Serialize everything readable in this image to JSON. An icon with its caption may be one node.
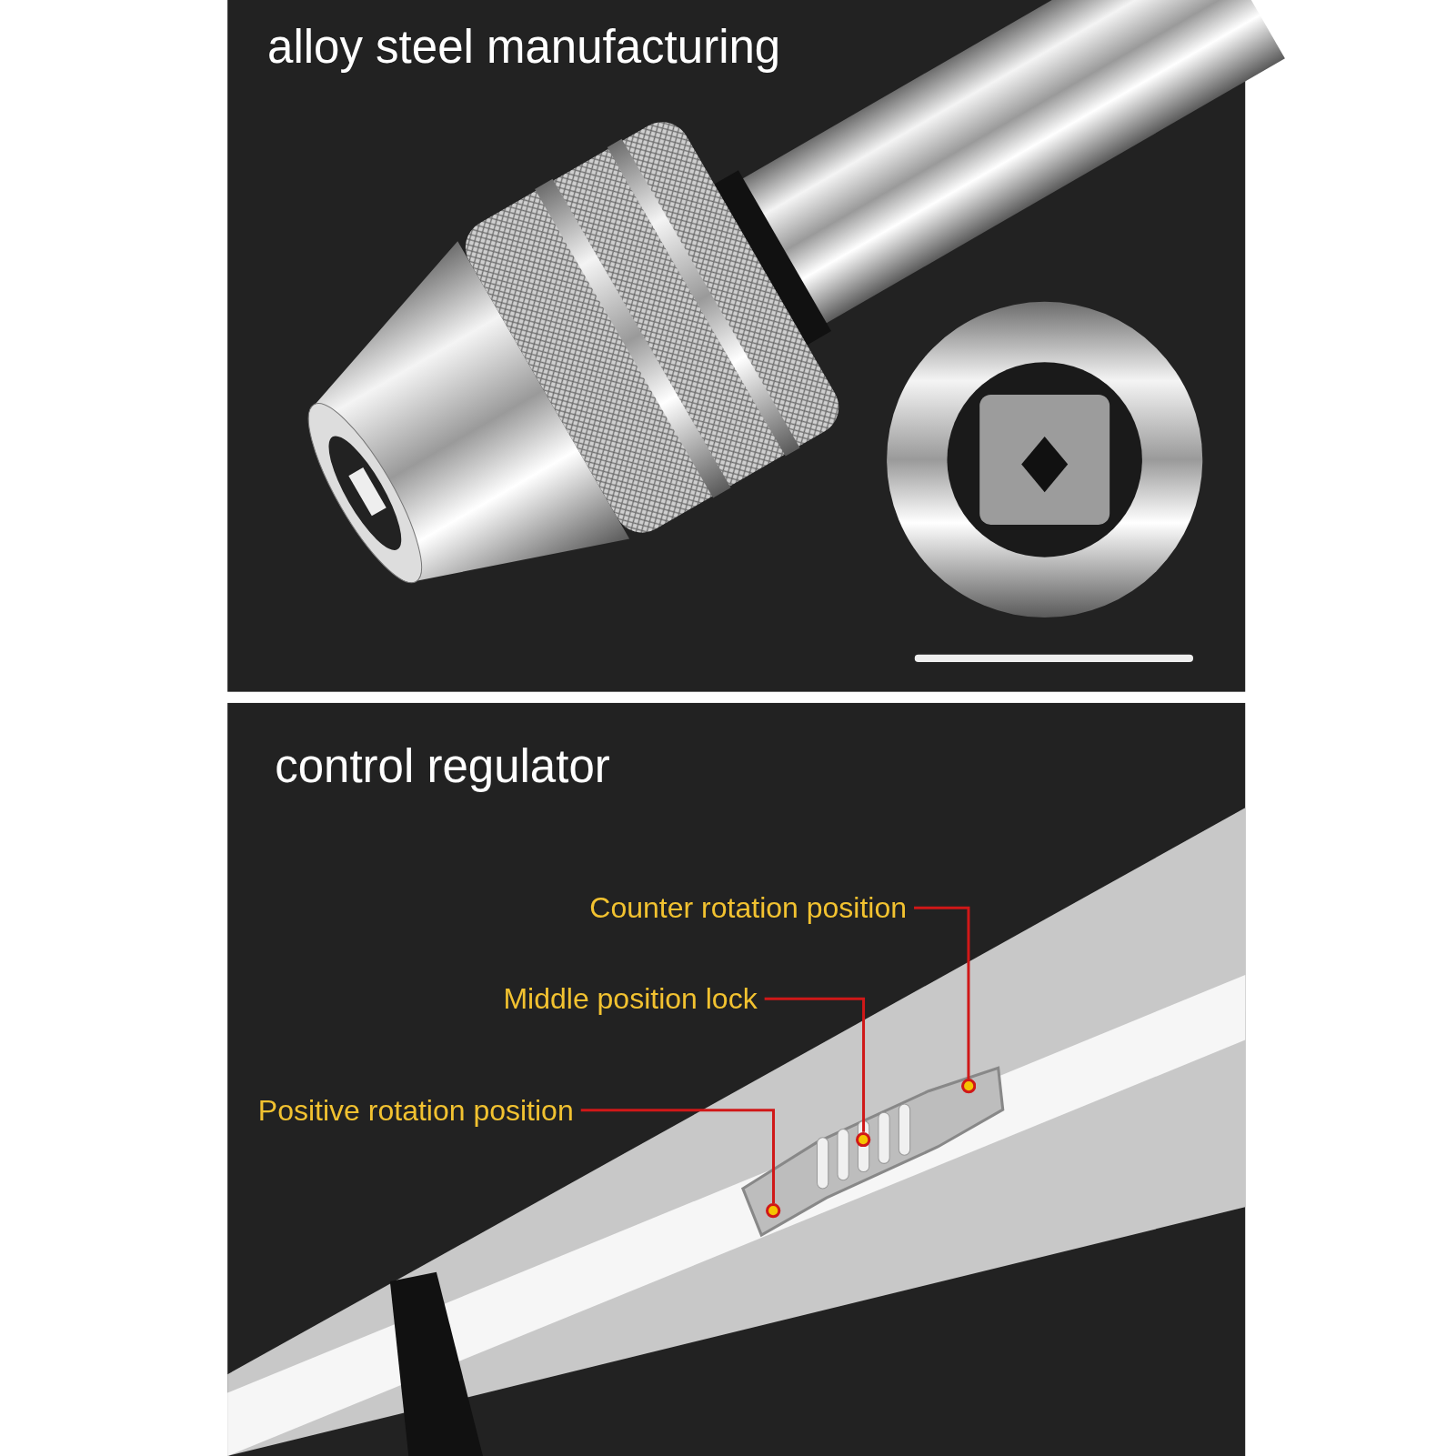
{
  "diagram": {
    "nodes": [
      {
        "text": [
          "Counter rotation position"
        ]
      },
      {
        "text": [
          "Middle position lock"
        ]
      },
      {
        "text": [
          "Positive rotation position"
        ]
      },
      {
        "text": [],
        "shape": "circle"
      },
      {
        "text": [],
        "shape": "circle"
      },
      {
        "text": [],
        "shape": "circle"
      }
    ],
    "edges": [
      {
        "from": 0,
        "to": 5,
        "arrow": "none"
      },
      {
        "from": 1,
        "to": 4,
        "arrow": "none"
      },
      {
        "from": 2,
        "to": 3,
        "arrow": "none"
      }
    ],
    "labels": [
      "alloy steel manufacturing",
      "control regulator"
    ]
  }
}
